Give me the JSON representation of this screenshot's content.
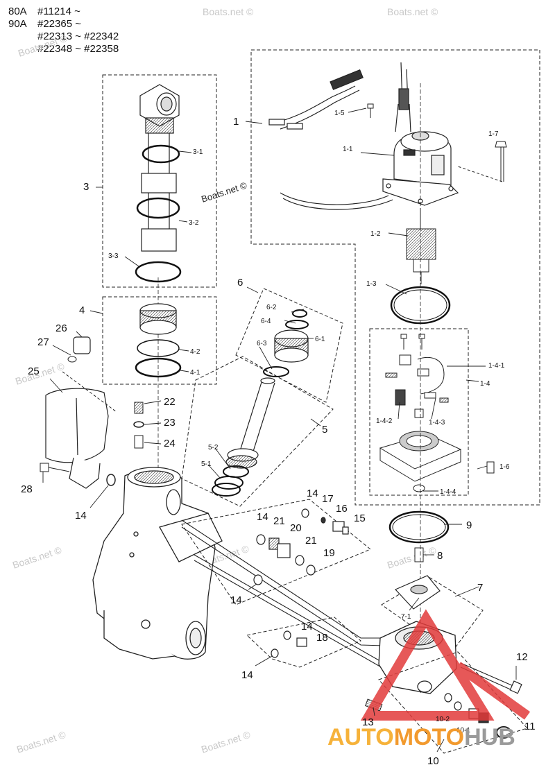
{
  "header": {
    "lines": [
      {
        "model": "80A",
        "serial": "#11214 ~"
      },
      {
        "model": "90A",
        "serial": "#22365 ~"
      },
      {
        "model": "",
        "serial": "#22313 ~ #22342"
      },
      {
        "model": "",
        "serial": "#22348 ~ #22358"
      }
    ]
  },
  "watermarks": {
    "text": "Boats.net ©"
  },
  "brand": {
    "part1": "AUTO",
    "part2": "MOTO",
    "part3": "HUB",
    "colors": {
      "primary": "#f6b23a",
      "secondary": "#9a9a9a",
      "triangle": "#e23b3b"
    }
  },
  "callouts": {
    "c1": "1",
    "c1_1": "1-1",
    "c1_2": "1-2",
    "c1_3": "1-3",
    "c1_4": "1-4",
    "c1_4_1": "1-4-1",
    "c1_4_2": "1-4-2",
    "c1_4_3": "1-4-3",
    "c1_4_4": "1-4-4",
    "c1_5": "1-5",
    "c1_6": "1-6",
    "c1_7": "1-7",
    "c3": "3",
    "c3_1": "3-1",
    "c3_2": "3-2",
    "c3_3": "3-3",
    "c4": "4",
    "c4_1": "4-1",
    "c4_2": "4-2",
    "c5": "5",
    "c5_1": "5-1",
    "c5_2": "5-2",
    "c6": "6",
    "c6_1": "6-1",
    "c6_2": "6-2",
    "c6_3": "6-3",
    "c6_4": "6-4",
    "c7": "7",
    "c7_1": "7-1",
    "c8": "8",
    "c9": "9",
    "c10": "10",
    "c10_1": "10-1",
    "c10_2": "10-2",
    "c11": "11",
    "c12": "12",
    "c13": "13",
    "c14": "14",
    "c15": "15",
    "c16": "16",
    "c17": "17",
    "c18": "18",
    "c19": "19",
    "c20": "20",
    "c21": "21",
    "c22": "22",
    "c23": "23",
    "c24": "24",
    "c25": "25",
    "c26": "26",
    "c27": "27",
    "c28": "28"
  }
}
